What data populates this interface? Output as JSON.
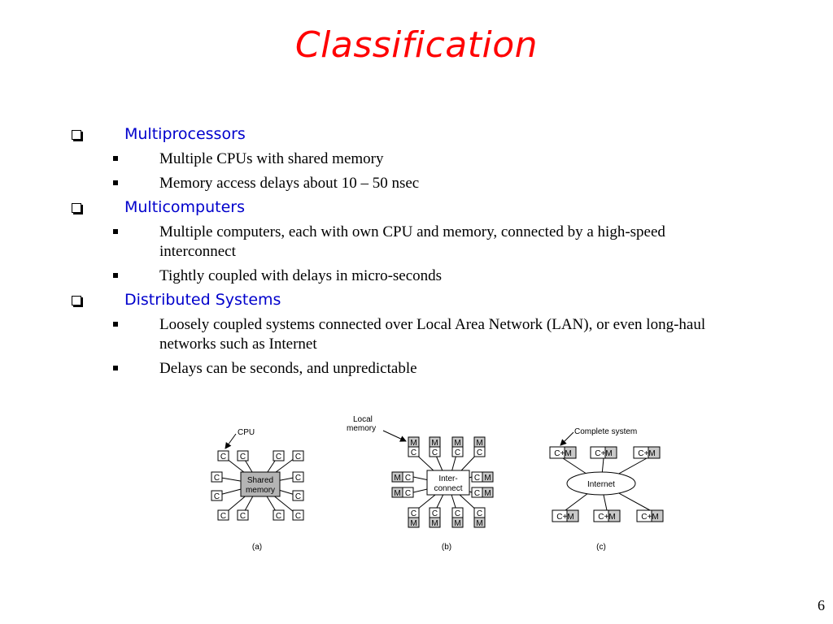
{
  "slide": {
    "title": "Classification",
    "page_number": "6"
  },
  "outline": [
    {
      "heading": "Multiprocessors",
      "items": [
        "Multiple CPUs with shared memory",
        "Memory access delays about 10 – 50 nsec"
      ]
    },
    {
      "heading": "Multicomputers",
      "items": [
        "Multiple computers, each with own CPU and memory, connected by a high-speed interconnect",
        "Tightly coupled with delays in micro-seconds"
      ]
    },
    {
      "heading": "Distributed Systems",
      "items": [
        "Loosely coupled systems connected over Local Area Network (LAN), or even long-haul networks such as Internet",
        "Delays can be seconds, and unpredictable"
      ]
    }
  ],
  "figure": {
    "a": {
      "callout": "CPU",
      "node_label": "C",
      "center_lines": [
        "Shared",
        "memory"
      ],
      "caption": "(a)"
    },
    "b": {
      "callout_lines": [
        "Local",
        "memory"
      ],
      "cpu_label": "C",
      "memory_label": "M",
      "center_lines": [
        "Inter-",
        "connect"
      ],
      "caption": "(b)"
    },
    "c": {
      "callout": "Complete system",
      "node_label": "C+M",
      "center": "Internet",
      "caption": "(c)"
    }
  },
  "colors": {
    "title": "#ff0000",
    "heading": "#0000cc",
    "memory_fill": "#c8c8c8",
    "shared_memory_fill": "#b4b4b4"
  }
}
